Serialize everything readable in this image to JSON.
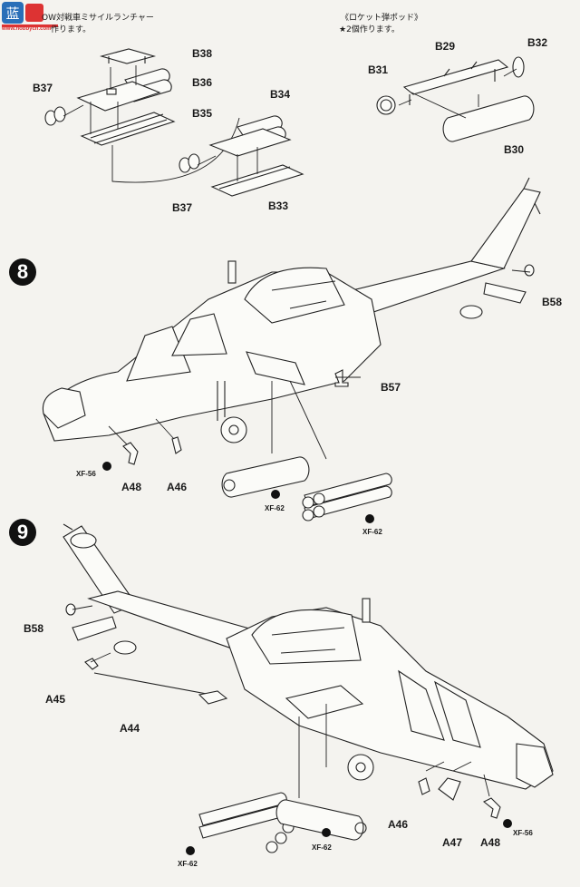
{
  "header": {
    "logo_text": "蓝",
    "logo_sub": "www.hobbycn.com",
    "left_title": "OW対戦車ミサイルランチャー",
    "left_note": "作ります。",
    "right_title": "《ロケット弾ポッド》",
    "right_note": "★2個作ります。"
  },
  "steps": {
    "step8": "8",
    "step9": "9"
  },
  "parts": {
    "b38": "B38",
    "b36": "B36",
    "b37a": "B37",
    "b35": "B35",
    "b34": "B34",
    "b37b": "B37",
    "b33": "B33",
    "b29": "B29",
    "b32": "B32",
    "b31": "B31",
    "b30": "B30",
    "b58a": "B58",
    "b57": "B57",
    "a48a": "A48",
    "a46a": "A46",
    "b58b": "B58",
    "a45": "A45",
    "a44": "A44",
    "a46b": "A46",
    "a47": "A47",
    "a48b": "A48"
  },
  "paints": {
    "xf56a": "XF-56",
    "xf62a": "XF-62",
    "xf62b": "XF-62",
    "xf62c": "XF-62",
    "xf62d": "XF-62",
    "xf56b": "XF-56"
  }
}
